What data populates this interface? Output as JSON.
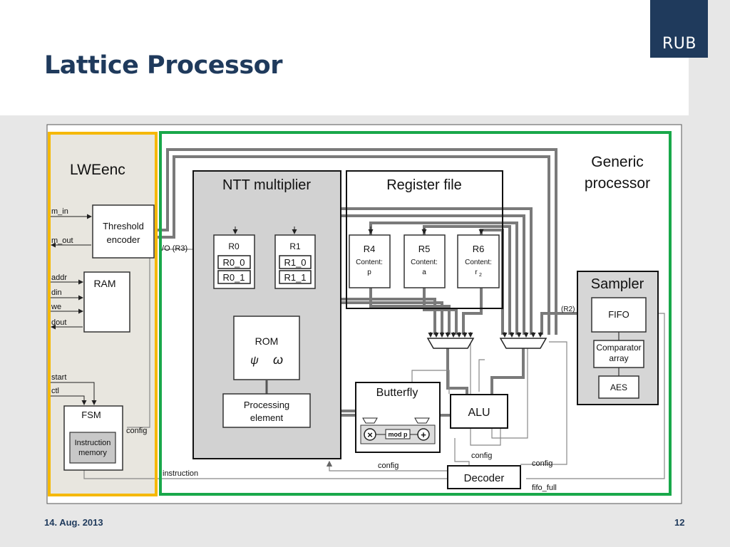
{
  "slide": {
    "title": "Lattice Processor",
    "logo_text": "RUB",
    "date": "14. Aug. 2013",
    "page_number": "12"
  },
  "colors": {
    "brand": "#1f3a5c",
    "lwe_border": "#f5b800",
    "generic_border": "#19a84a",
    "ntt_fill": "#d2d2d2",
    "wire": "#7a7a7a"
  },
  "diagram": {
    "lwe": {
      "title": "LWEenc",
      "threshold_encoder": [
        "Threshold",
        "encoder"
      ],
      "ram": "RAM",
      "fsm": "FSM",
      "instruction_memory": [
        "Instruction",
        "memory"
      ],
      "signals": {
        "m_in": "m_in",
        "m_out": "m_out",
        "addr": "addr",
        "din": "din",
        "we": "we",
        "dout": "dout",
        "start": "start",
        "ctl": "ctl"
      },
      "config": "config",
      "io": "I/O (R3)"
    },
    "generic": {
      "title": [
        "Generic",
        "processor"
      ]
    },
    "ntt": {
      "title": "NTT multiplier",
      "r0": "R0",
      "r0_0": "R0_0",
      "r0_1": "R0_1",
      "r1": "R1",
      "r1_0": "R1_0",
      "r1_1": "R1_1",
      "rom": "ROM",
      "psi": "ψ",
      "omega": "ω",
      "pe": [
        "Processing",
        "element"
      ]
    },
    "regfile": {
      "title": "Register file",
      "r4": "R4",
      "r4_content": "Content:",
      "r4_value": "p",
      "r5": "R5",
      "r5_content": "Content:",
      "r5_value": "a",
      "r6": "R6",
      "r6_content": "Content:",
      "r6_value": "r",
      "r6_sub": "2"
    },
    "sampler": {
      "title": "Sampler",
      "fifo": "FIFO",
      "comparator": [
        "Comparator",
        "array"
      ],
      "aes": "AES",
      "r2": "(R2)"
    },
    "butterfly": {
      "title": "Butterfly",
      "modp": "mod p",
      "times": "×",
      "plus": "+"
    },
    "alu": "ALU",
    "decoder": "Decoder",
    "labels": {
      "config1": "config",
      "config2": "config",
      "config3": "config",
      "instruction": "instruction",
      "fifo_full": "fifo_full"
    }
  }
}
